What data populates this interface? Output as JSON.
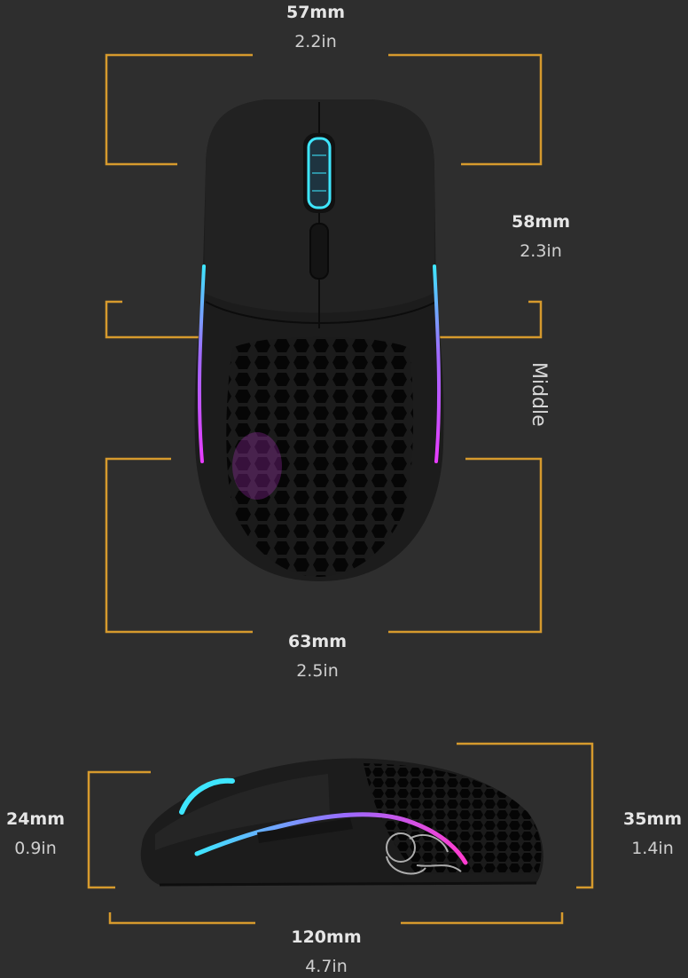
{
  "colors": {
    "background": "#2e2e2e",
    "bracket": "#d69a2d",
    "mouse_body": "#1b1b1b",
    "rgb_cyan": "#3ee6ff",
    "rgb_magenta": "#e83cff"
  },
  "dimensions": {
    "top_width": {
      "mm": "57mm",
      "in": "2.2in"
    },
    "middle_width": {
      "mm": "58mm",
      "in": "2.3in",
      "caption": "Middle"
    },
    "bottom_width": {
      "mm": "63mm",
      "in": "2.5in"
    },
    "front_height": {
      "mm": "24mm",
      "in": "0.9in"
    },
    "back_height": {
      "mm": "35mm",
      "in": "1.4in"
    },
    "length": {
      "mm": "120mm",
      "in": "4.7in"
    }
  }
}
